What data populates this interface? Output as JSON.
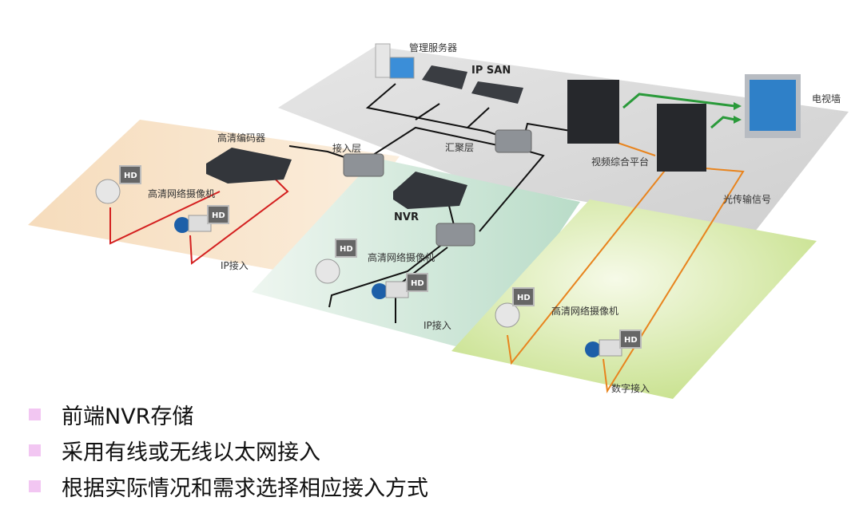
{
  "diagram": {
    "labels": {
      "mgmt_server": "管理服务器",
      "ip_san": "IP SAN",
      "tv_wall": "电视墙",
      "hd_encoder": "高清编码器",
      "access_layer": "接入层",
      "aggregation_layer": "汇聚层",
      "video_platform": "视频综合平台",
      "optical_signal": "光传输信号",
      "hd_camera_1": "高清网络摄像机",
      "hd_camera_2": "高清网络摄像机",
      "hd_camera_3": "高清网络摄像机",
      "nvr": "NVR",
      "ip_access_1": "IP接入",
      "ip_access_2": "IP接入",
      "digital_access": "数字接入",
      "hd_badge": "HD"
    },
    "colors": {
      "core_plane": "#d9d9d9",
      "encoder_zone": "#f8e3c8",
      "nvr_zone": "#c9e3d4",
      "digital_zone": "#d6e9a6",
      "red_link": "#d42020",
      "orange_link": "#e8841e",
      "green_link": "#2a9a3a",
      "bullet": "#f2c6f2"
    }
  },
  "bullets": [
    "前端NVR存储",
    "采用有线或无线以太网接入",
    "根据实际情况和需求选择相应接入方式"
  ]
}
